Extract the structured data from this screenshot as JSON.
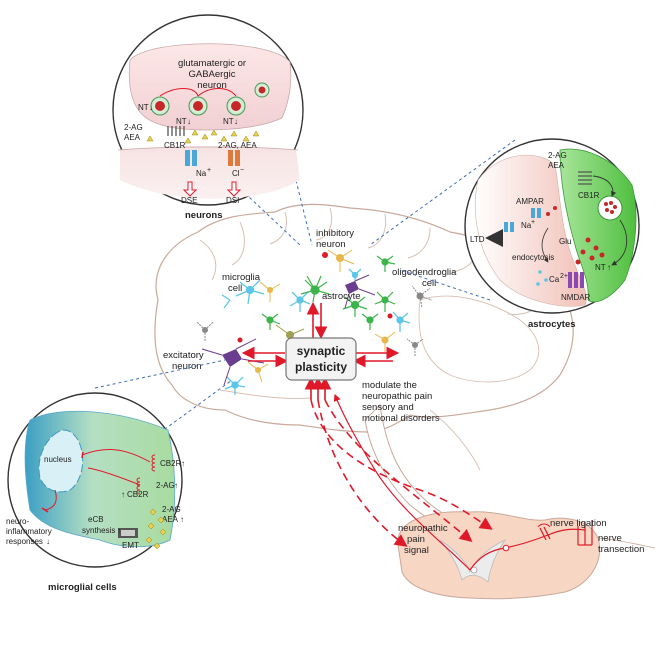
{
  "colors": {
    "brain_outline": "#c9a99a",
    "arrow_red": "#e0192a",
    "dash_blue": "#3a6fb5",
    "microglia_cyan": "#5bc6e8",
    "astrocyte_green": "#3bb54a",
    "neuron_purple": "#6b3d8e",
    "spinal_peach": "#f7d6c4",
    "astro_pink": "#f3c9c0",
    "astro_green": "#7fd36b",
    "neuron_pink": "#f3d7d7",
    "microglia_teal": "#5aa8c8",
    "microglia_green": "#9fd39a"
  },
  "center": {
    "synaptic": "synaptic",
    "plasticity": "plasticity",
    "modulate": [
      "modulate the",
      "neuropathic pain",
      "sensory and",
      "motional disorders"
    ]
  },
  "brain_labels": {
    "inhibitory": [
      "inhibitory",
      "neuron"
    ],
    "microglia": [
      "microglia",
      "cell"
    ],
    "astrocyte": "astrocyte",
    "oligodendroglia": [
      "oligodendroglia",
      "cell"
    ],
    "excitatory": [
      "excitatory",
      "neuron"
    ]
  },
  "neurons": {
    "title": "neurons",
    "neuron_type": [
      "glutamatergic or",
      "GABAergic",
      "neuron"
    ],
    "nt1": "NT",
    "nt2": "NT",
    "nt3": "NT",
    "two_ag_aea": [
      "2-AG",
      "AEA"
    ],
    "cb1r": "CB1R",
    "two_ag_aea_inline": "2-AG, AEA",
    "na": "Na",
    "cl": "Cl",
    "dse": "DSE",
    "dsi": "DSI"
  },
  "astrocytes": {
    "title": "astrocytes",
    "two_ag_aea": [
      "2-AG",
      "AEA"
    ],
    "cb1r": "CB1R",
    "ampar": "AMPAR",
    "na": "Na",
    "ltd": "LTD",
    "glu": "Glu",
    "endocytosis": "endocytosis",
    "ca": "Ca",
    "nmdar": "NMDAR",
    "nt": "NT"
  },
  "microglial": {
    "title": "microglial cells",
    "nucleus": "nucleus",
    "cb2r_top": "CB2R",
    "cb2r_mid": "CB2R",
    "two_ag": "2-AG",
    "responses": [
      "neuro-",
      "inflammatory",
      "responses"
    ],
    "ecb": [
      "eCB",
      "synthesis"
    ],
    "emt": "EMT",
    "two_ag_aea": [
      "2-AG",
      "AEA"
    ]
  },
  "spinal": {
    "neuropathic": [
      "neuropathic",
      "pain",
      "signal"
    ],
    "ligation": "nerve ligation",
    "transection": [
      "nerve",
      "transection"
    ]
  }
}
